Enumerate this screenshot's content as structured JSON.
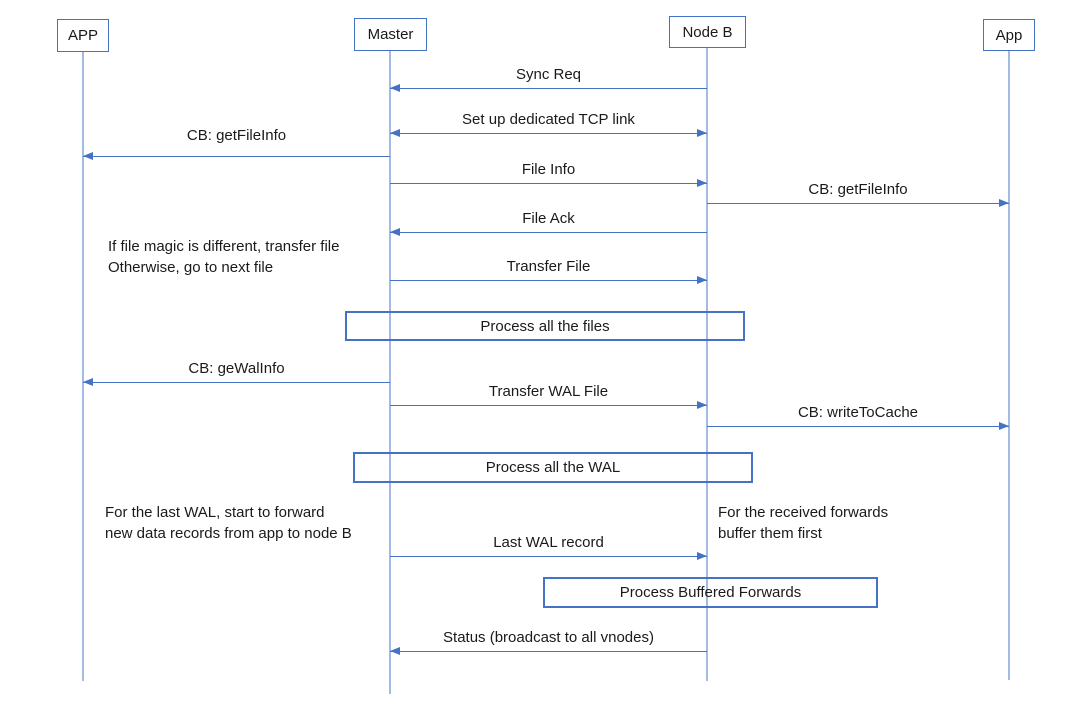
{
  "diagram_type": "sequence-diagram",
  "participants": [
    {
      "label": "APP"
    },
    {
      "label": "Master"
    },
    {
      "label": "Node B"
    },
    {
      "label": "App"
    }
  ],
  "messages": [
    {
      "label": "Sync Req",
      "from": "Node B",
      "to": "Master",
      "direction": "left"
    },
    {
      "label": "Set up dedicated TCP link",
      "from": "Master",
      "to": "Node B",
      "direction": "both"
    },
    {
      "label": "CB: getFileInfo",
      "from": "Master",
      "to": "APP",
      "direction": "left"
    },
    {
      "label": "File Info",
      "from": "Master",
      "to": "Node B",
      "direction": "right"
    },
    {
      "label": "CB: getFileInfo",
      "from": "Node B",
      "to": "App",
      "direction": "right"
    },
    {
      "label": "File Ack",
      "from": "Node B",
      "to": "Master",
      "direction": "left"
    },
    {
      "label": "Transfer File",
      "from": "Master",
      "to": "Node B",
      "direction": "right"
    },
    {
      "label": "CB: geWalInfo",
      "from": "Master",
      "to": "APP",
      "direction": "left"
    },
    {
      "label": "Transfer WAL File",
      "from": "Master",
      "to": "Node B",
      "direction": "right"
    },
    {
      "label": "CB: writeToCache",
      "from": "Node B",
      "to": "App",
      "direction": "right"
    },
    {
      "label": "Last WAL record",
      "from": "Master",
      "to": "Node B",
      "direction": "right"
    },
    {
      "label": "Status (broadcast to all vnodes)",
      "from": "Node B",
      "to": "Master",
      "direction": "left"
    }
  ],
  "process_boxes": [
    {
      "label": "Process all the files"
    },
    {
      "label": "Process all the WAL"
    },
    {
      "label": "Process Buffered Forwards"
    }
  ],
  "annotations": [
    {
      "line1": "If file magic is different, transfer file",
      "line2": "Otherwise, go to next file"
    },
    {
      "line1": "For the last WAL, start to forward",
      "line2": "new data records from app to node B"
    },
    {
      "line1": "For the received forwards",
      "line2": "buffer them first"
    }
  ],
  "colors": {
    "accent_blue": "#4472C4",
    "lifeline_blue": "#A3BBE3",
    "text": "#1A1A1A",
    "background": "#FFFFFF"
  }
}
